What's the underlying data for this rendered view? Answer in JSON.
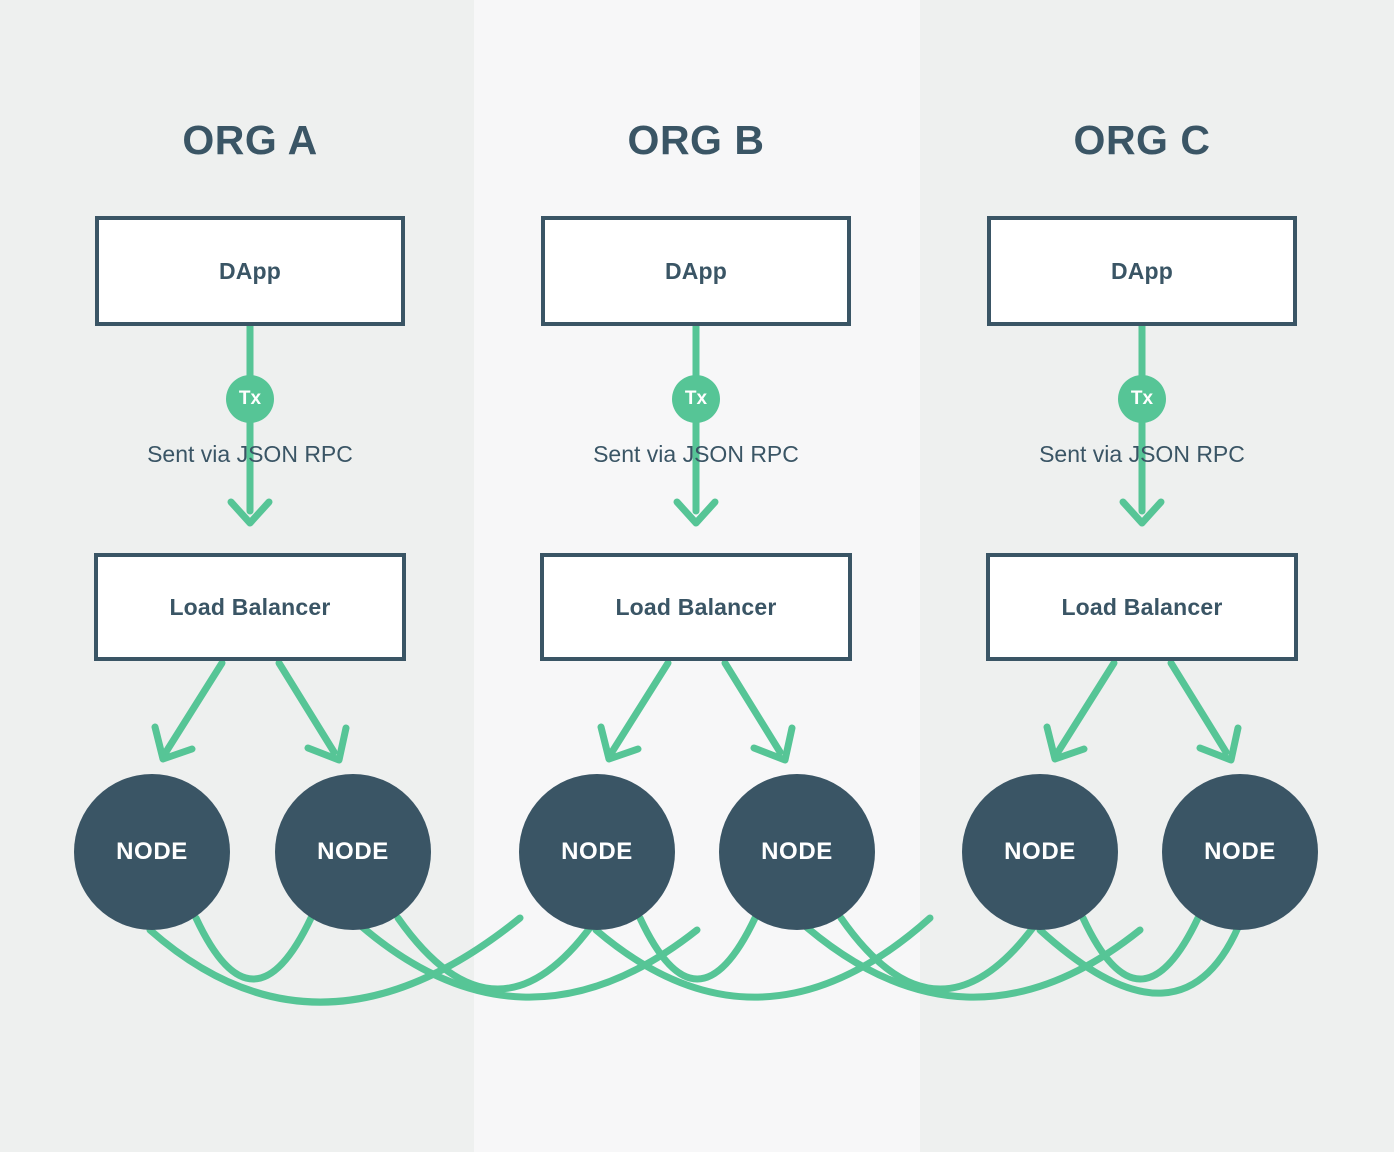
{
  "theme": {
    "green": "#56c596",
    "slate": "#3a5565",
    "column_bg_outer": "#eef0ef",
    "column_bg_inner": "#f7f7f8",
    "box_fill": "#ffffff"
  },
  "columns": [
    {
      "id": "a",
      "title": "ORG A",
      "dapp_label": "DApp",
      "tx_label": "Tx",
      "rpc_label": "Sent via JSON RPC",
      "load_balancer_label": "Load Balancer",
      "nodes": [
        "NODE",
        "NODE"
      ]
    },
    {
      "id": "b",
      "title": "ORG B",
      "dapp_label": "DApp",
      "tx_label": "Tx",
      "rpc_label": "Sent via JSON RPC",
      "load_balancer_label": "Load Balancer",
      "nodes": [
        "NODE",
        "NODE"
      ]
    },
    {
      "id": "c",
      "title": "ORG C",
      "dapp_label": "DApp",
      "tx_label": "Tx",
      "rpc_label": "Sent via JSON RPC",
      "load_balancer_label": "Load Balancer",
      "nodes": [
        "NODE",
        "NODE"
      ]
    }
  ],
  "node_labels": [
    "NODE",
    "NODE",
    "NODE",
    "NODE",
    "NODE",
    "NODE"
  ]
}
